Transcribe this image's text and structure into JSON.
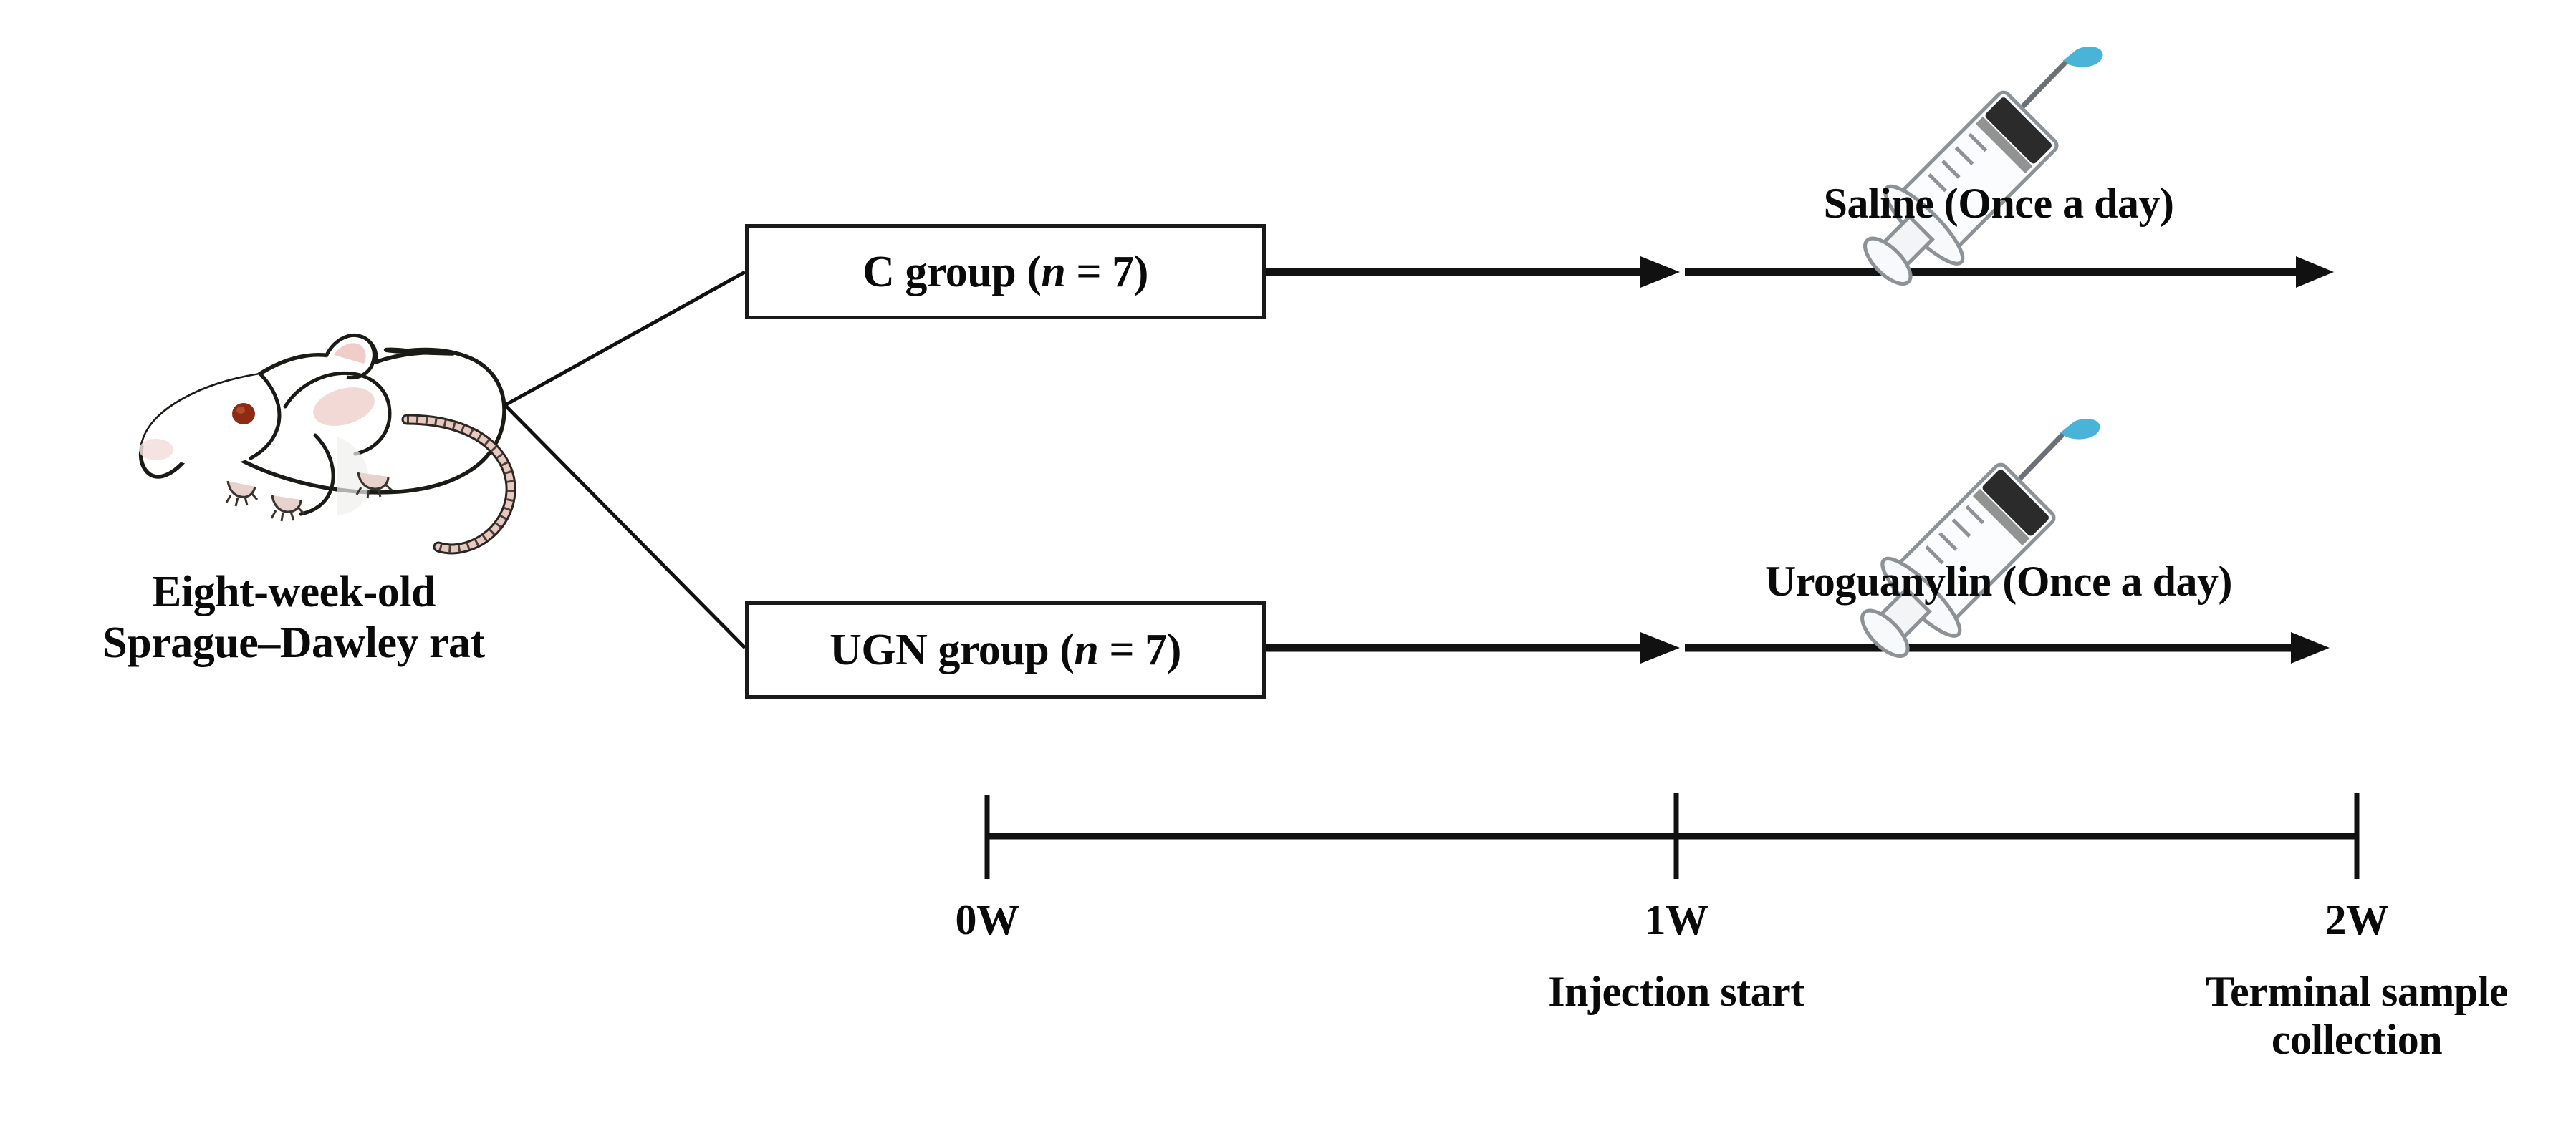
{
  "figure": {
    "type": "experimental-design-flow-diagram",
    "background_color": "#ffffff",
    "line_color": "#111111"
  },
  "subject": {
    "line1": "Eight-week-old",
    "line2": "Sprague–Dawley rat",
    "icon": "rat-illustration",
    "icon_colors": {
      "body": "#ffffff",
      "outline": "#1a1a16",
      "eye": "#8d2b14",
      "ear": "#e4b9b4",
      "tail": "#e8c9c2"
    }
  },
  "groups": [
    {
      "id": "c-group",
      "label_main": "C group (",
      "label_italic": "n",
      "label_tail": " = 7)",
      "label_full": "C group (n = 7)",
      "treatment": "Saline (Once a day)",
      "treatment_icon": "syringe-icon"
    },
    {
      "id": "ugn-group",
      "label_main": "UGN group (",
      "label_italic": "n",
      "label_tail": " = 7)",
      "label_full": "UGN group (n = 7)",
      "treatment": "Uroguanylin (Once a day)",
      "treatment_icon": "syringe-icon"
    }
  ],
  "syringe": {
    "name": "syringe-icon",
    "droplet_color": "#49b4d8",
    "outline_color": "#8d9296",
    "barrel_color": "#fbfcfd",
    "plunger_color": "#2b2b2b"
  },
  "timeline": {
    "ticks": [
      {
        "label": "0W",
        "sublabel": ""
      },
      {
        "label": "1W",
        "sublabel": "Injection start"
      },
      {
        "label": "2W",
        "sublabel_line1": "Terminal sample",
        "sublabel_line2": "collection",
        "sublabel": "Terminal sample collection"
      }
    ]
  }
}
